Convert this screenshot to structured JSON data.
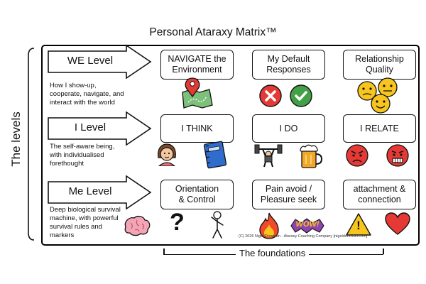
{
  "title": "Personal Ataraxy Matrix™",
  "side_label": "The levels",
  "levels": [
    {
      "label": "WE Level",
      "description": "How I show-up,\ncooperate, navigate, and\ninteract with the world"
    },
    {
      "label": "I Level",
      "description": "The self-aware being,\nwith individualised\nforethought"
    },
    {
      "label": "Me Level",
      "description": "Deep biological survival\nmachine, with powerful\nsurvival rules and\nmarkers"
    }
  ],
  "cells": [
    [
      "NAVIGATE the\nEnvironment",
      "My Default\nResponses",
      "Relationship\nQuality"
    ],
    [
      "I THINK",
      "I DO",
      "I RELATE"
    ],
    [
      "Orientation\n& Control",
      "Pain avoid /\nPleasure seek",
      "attachment &\nconnection"
    ]
  ],
  "icons": {
    "row1": [
      "map-pin-icon",
      "cross-icon",
      "check-icon",
      "faces-icon"
    ],
    "row2": [
      "woman-icon",
      "notebook-icon",
      "weightlifter-icon",
      "beer-icon",
      "angry-face-icon",
      "grimace-face-icon"
    ],
    "row3": [
      "brain-icon",
      "question-mark-icon",
      "stick-figure-icon",
      "fire-icon",
      "wow-icon",
      "warning-icon",
      "heart-icon"
    ]
  },
  "question_mark": "?",
  "wow_text": "WOW!",
  "warning_mark": "!",
  "credit": "(C) 2026 Nigel Donovan - Ataraxy Coaching Company [nigeldonovan.com]",
  "foundations": "The foundations",
  "colors": {
    "red": "#e53935",
    "green": "#43a047",
    "yellow": "#f7c51e",
    "blue": "#2f6dcc",
    "orange": "#f08a24"
  }
}
